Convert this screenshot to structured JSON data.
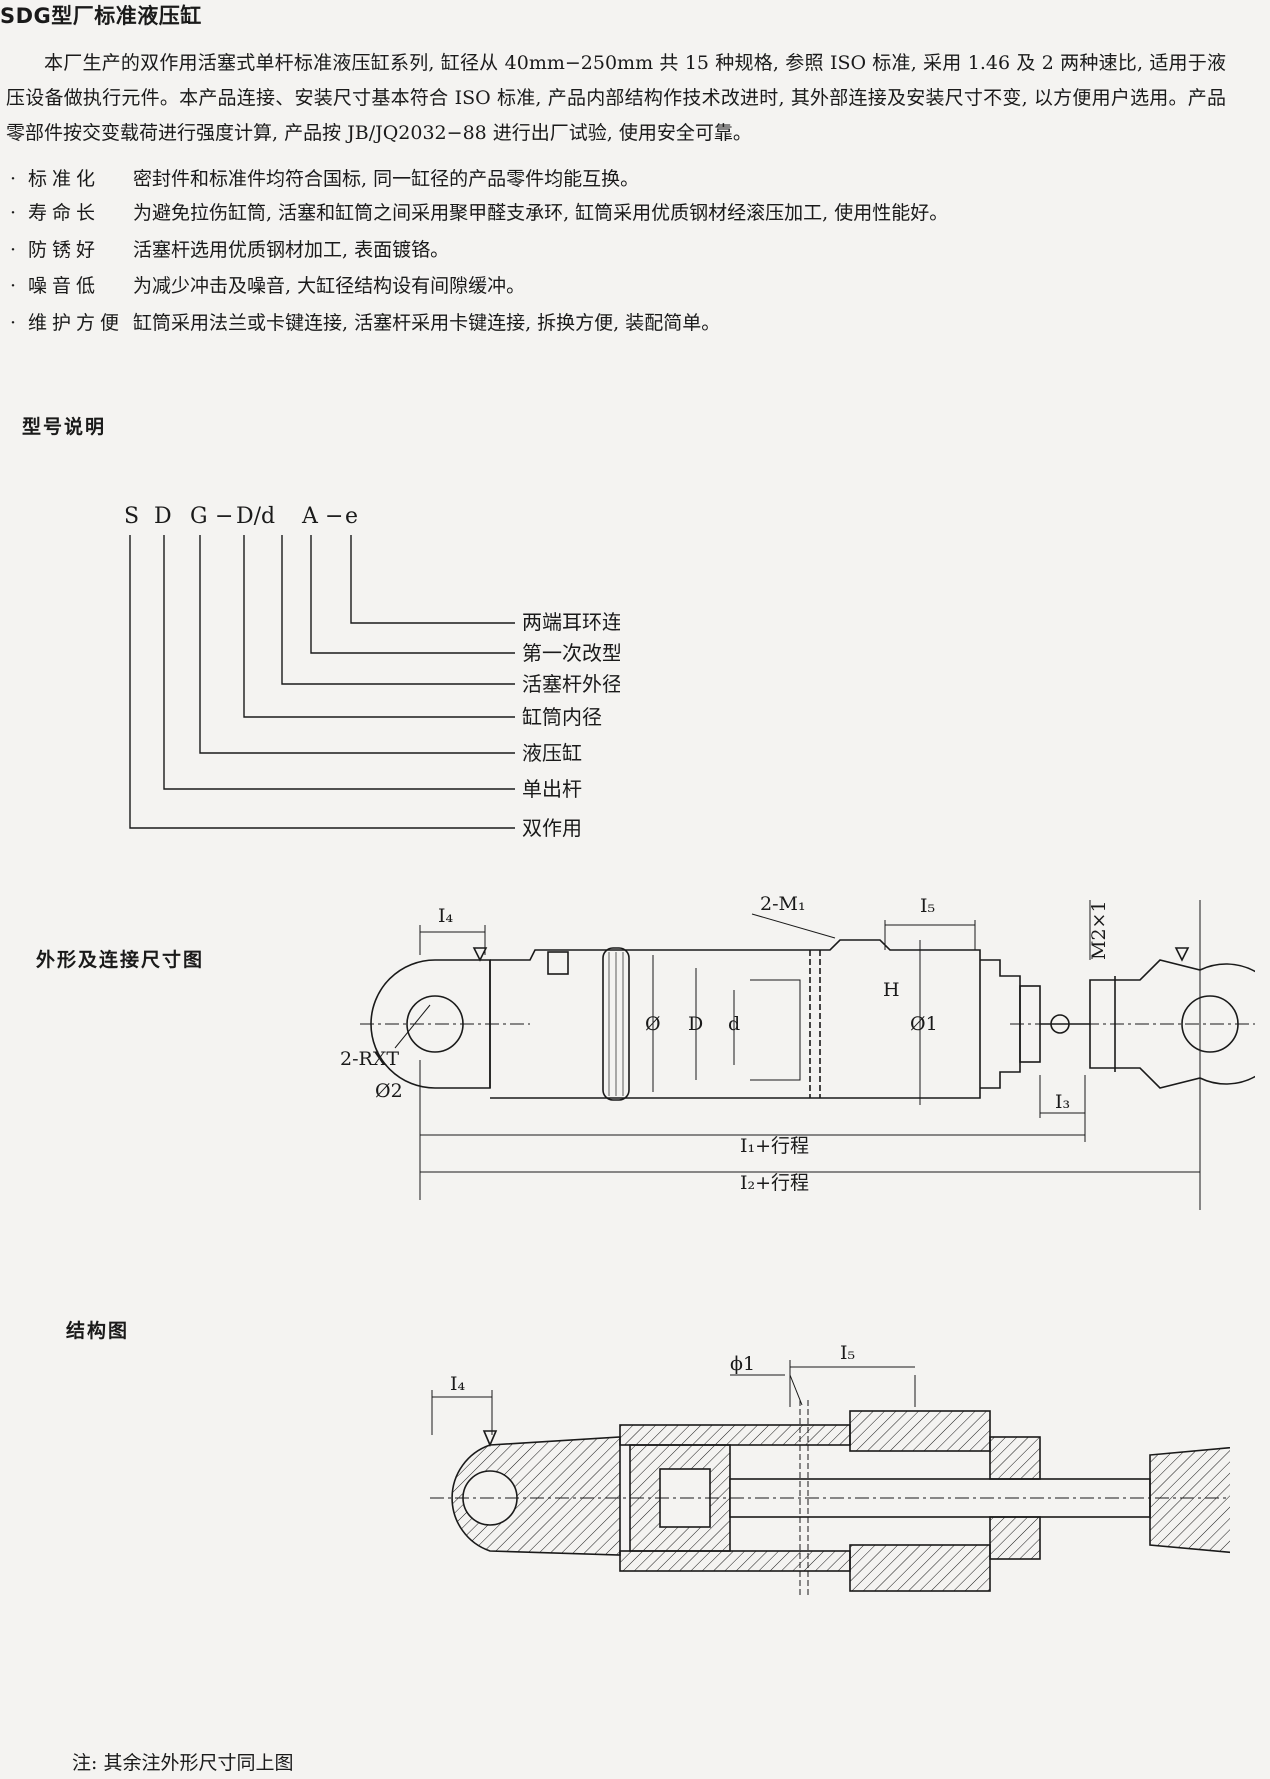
{
  "title": "SDG型厂标准液压缸",
  "intro": "本厂生产的双作用活塞式单杆标准液压缸系列, 缸径从 40mm−250mm 共 15 种规格, 参照 ISO 标准, 采用 1.46 及 2 两种速比, 适用于液压设备做执行元件。本产品连接、安装尺寸基本符合 ISO 标准, 产品内部结构作技术改进时, 其外部连接及安装尺寸不变, 以方便用户选用。产品零部件按交变载荷进行强度计算, 产品按 JB/JQ2032−88 进行出厂试验, 使用安全可靠。",
  "features": [
    {
      "bullet": "·",
      "name": "标准化",
      "text": "密封件和标准件均符合国标, 同一缸径的产品零件均能互换。"
    },
    {
      "bullet": "·",
      "name": "寿命长",
      "text": "为避免拉伤缸筒, 活塞和缸筒之间采用聚甲醛支承环, 缸筒采用优质钢材经滚压加工, 使用性能好。"
    },
    {
      "bullet": "·",
      "name": "防锈好",
      "text": "活塞杆选用优质钢材加工, 表面镀铬。"
    },
    {
      "bullet": "·",
      "name": "噪音低",
      "text": "为减少冲击及噪音, 大缸径结构设有间隙缓冲。"
    },
    {
      "bullet": "·",
      "name": "维护方便",
      "text": "缸筒采用法兰或卡键连接, 活塞杆采用卡键连接, 拆换方便, 装配简单。"
    }
  ],
  "model_section": {
    "heading": "型号说明",
    "chars": [
      "S",
      "D",
      "G",
      "−",
      "D/d",
      "A",
      "−",
      "e"
    ],
    "labels": [
      "两端耳环连接",
      "第一次改型",
      "活塞杆外径",
      "缸筒内径",
      "液压缸",
      "单出杆",
      "双作用"
    ]
  },
  "outline_section": {
    "heading": "外形及连接尺寸图",
    "labels": {
      "l4": "I₄",
      "l5": "I₅",
      "m1": "2-M₁",
      "m2": "M2×1",
      "h": "H",
      "bore": "Ø",
      "D": "D",
      "d": "d",
      "phi1": "Ø1",
      "rxt": "2-RXT",
      "phi2": "Ø2",
      "l3": "I₃",
      "l1": "I₁+行程",
      "l2": "I₂+行程"
    }
  },
  "structure_section": {
    "heading": "结构图",
    "labels": {
      "l4": "I₄",
      "l5": "I₅",
      "phi1": "ϕ1"
    }
  },
  "note": "注: 其余注外形尺寸同上图"
}
